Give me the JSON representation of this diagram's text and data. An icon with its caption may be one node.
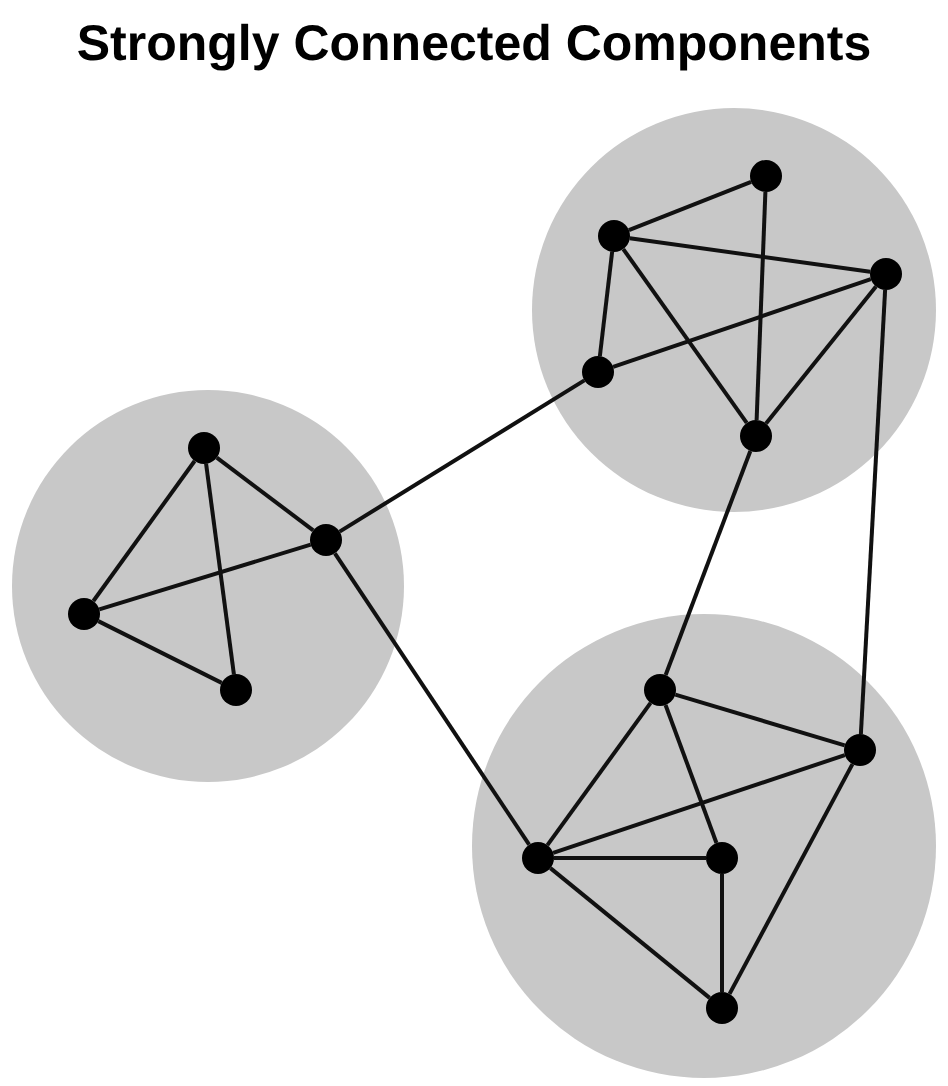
{
  "diagram": {
    "title": "Strongly Connected Components",
    "nodes": [
      {
        "text": [],
        "shape": "circle"
      },
      {
        "text": [],
        "shape": "circle",
        "in": 0
      },
      {
        "text": [],
        "shape": "circle",
        "in": 0
      },
      {
        "text": [],
        "shape": "circle",
        "in": 0
      },
      {
        "text": [],
        "shape": "circle",
        "in": 0
      },
      {
        "text": [],
        "shape": "circle",
        "in": 0
      },
      {
        "text": [],
        "shape": "circle"
      },
      {
        "text": [],
        "shape": "circle",
        "in": 6
      },
      {
        "text": [],
        "shape": "circle",
        "in": 6
      },
      {
        "text": [],
        "shape": "circle",
        "in": 6
      },
      {
        "text": [],
        "shape": "circle",
        "in": 6
      },
      {
        "text": [],
        "shape": "circle"
      },
      {
        "text": [],
        "shape": "circle",
        "in": 11
      },
      {
        "text": [],
        "shape": "circle",
        "in": 11
      },
      {
        "text": [],
        "shape": "circle",
        "in": 11
      },
      {
        "text": [],
        "shape": "circle",
        "in": 11
      },
      {
        "text": [],
        "shape": "circle",
        "in": 11
      }
    ],
    "edges": [
      {
        "from": 1,
        "to": 2,
        "arrow": "none"
      },
      {
        "from": 1,
        "to": 5,
        "arrow": "none"
      },
      {
        "from": 2,
        "to": 3,
        "arrow": "none"
      },
      {
        "from": 2,
        "to": 4,
        "arrow": "none"
      },
      {
        "from": 2,
        "to": 5,
        "arrow": "none"
      },
      {
        "from": 3,
        "to": 4,
        "arrow": "none"
      },
      {
        "from": 3,
        "to": 5,
        "arrow": "none"
      },
      {
        "from": 4,
        "to": 8,
        "arrow": "none"
      },
      {
        "from": 3,
        "to": 13,
        "arrow": "none"
      },
      {
        "from": 5,
        "to": 12,
        "arrow": "none"
      },
      {
        "from": 7,
        "to": 8,
        "arrow": "none"
      },
      {
        "from": 7,
        "to": 9,
        "arrow": "none"
      },
      {
        "from": 7,
        "to": 10,
        "arrow": "none"
      },
      {
        "from": 9,
        "to": 8,
        "arrow": "none"
      },
      {
        "from": 9,
        "to": 10,
        "arrow": "none"
      },
      {
        "from": 8,
        "to": 14,
        "arrow": "none"
      },
      {
        "from": 12,
        "to": 14,
        "arrow": "none"
      },
      {
        "from": 12,
        "to": 15,
        "arrow": "none"
      },
      {
        "from": 12,
        "to": 13,
        "arrow": "none"
      },
      {
        "from": 14,
        "to": 13,
        "arrow": "none"
      },
      {
        "from": 14,
        "to": 15,
        "arrow": "none"
      },
      {
        "from": 14,
        "to": 16,
        "arrow": "none"
      },
      {
        "from": 15,
        "to": 16,
        "arrow": "none"
      },
      {
        "from": 13,
        "to": 16,
        "arrow": "none"
      }
    ]
  }
}
